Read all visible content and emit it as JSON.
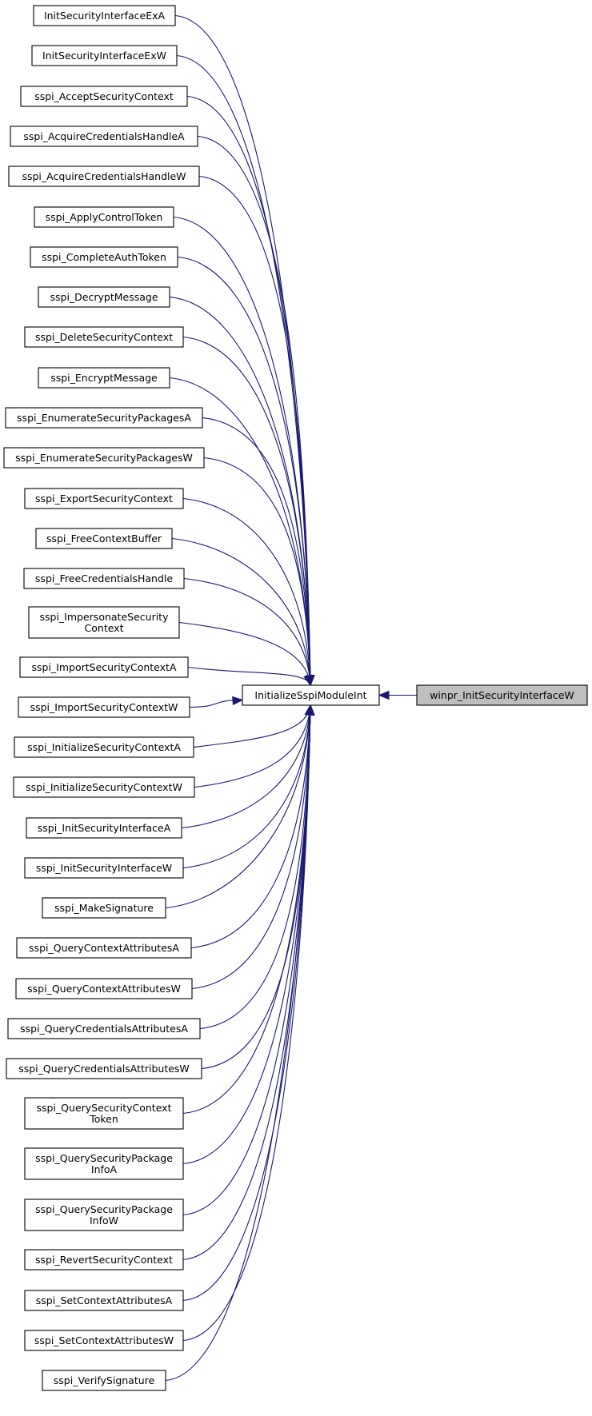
{
  "graph": {
    "target": {
      "label": [
        "winpr_InitSecurityInterfaceW"
      ]
    },
    "hub": {
      "label": [
        "InitializeSspiModuleInt"
      ]
    },
    "callers": [
      {
        "label": [
          "InitSecurityInterfaceExA"
        ]
      },
      {
        "label": [
          "InitSecurityInterfaceExW"
        ]
      },
      {
        "label": [
          "sspi_AcceptSecurityContext"
        ]
      },
      {
        "label": [
          "sspi_AcquireCredentialsHandleA"
        ]
      },
      {
        "label": [
          "sspi_AcquireCredentialsHandleW"
        ]
      },
      {
        "label": [
          "sspi_ApplyControlToken"
        ]
      },
      {
        "label": [
          "sspi_CompleteAuthToken"
        ]
      },
      {
        "label": [
          "sspi_DecryptMessage"
        ]
      },
      {
        "label": [
          "sspi_DeleteSecurityContext"
        ]
      },
      {
        "label": [
          "sspi_EncryptMessage"
        ]
      },
      {
        "label": [
          "sspi_EnumerateSecurityPackagesA"
        ]
      },
      {
        "label": [
          "sspi_EnumerateSecurityPackagesW"
        ]
      },
      {
        "label": [
          "sspi_ExportSecurityContext"
        ]
      },
      {
        "label": [
          "sspi_FreeContextBuffer"
        ]
      },
      {
        "label": [
          "sspi_FreeCredentialsHandle"
        ]
      },
      {
        "label": [
          "sspi_ImpersonateSecurity",
          "Context"
        ]
      },
      {
        "label": [
          "sspi_ImportSecurityContextA"
        ]
      },
      {
        "label": [
          "sspi_ImportSecurityContextW"
        ]
      },
      {
        "label": [
          "sspi_InitializeSecurityContextA"
        ]
      },
      {
        "label": [
          "sspi_InitializeSecurityContextW"
        ]
      },
      {
        "label": [
          "sspi_InitSecurityInterfaceA"
        ]
      },
      {
        "label": [
          "sspi_InitSecurityInterfaceW"
        ]
      },
      {
        "label": [
          "sspi_MakeSignature"
        ]
      },
      {
        "label": [
          "sspi_QueryContextAttributesA"
        ]
      },
      {
        "label": [
          "sspi_QueryContextAttributesW"
        ]
      },
      {
        "label": [
          "sspi_QueryCredentialsAttributesA"
        ]
      },
      {
        "label": [
          "sspi_QueryCredentialsAttributesW"
        ]
      },
      {
        "label": [
          "sspi_QuerySecurityContext",
          "Token"
        ]
      },
      {
        "label": [
          "sspi_QuerySecurityPackage",
          "InfoA"
        ]
      },
      {
        "label": [
          "sspi_QuerySecurityPackage",
          "InfoW"
        ]
      },
      {
        "label": [
          "sspi_RevertSecurityContext"
        ]
      },
      {
        "label": [
          "sspi_SetContextAttributesA"
        ]
      },
      {
        "label": [
          "sspi_SetContextAttributesW"
        ]
      },
      {
        "label": [
          "sspi_VerifySignature"
        ]
      }
    ]
  },
  "colors": {
    "edge": "#191970",
    "node_border": "#000000",
    "node_fill": "#ffffff",
    "focus_fill": "#bfbfbf"
  }
}
